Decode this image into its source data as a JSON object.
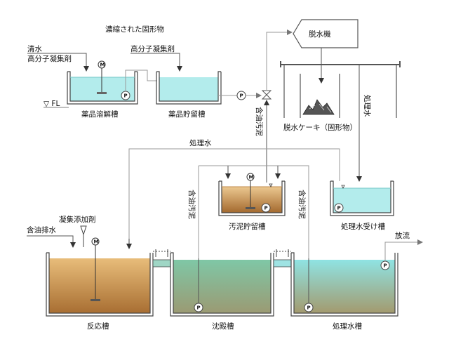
{
  "labels": {
    "concentrated_solids": "濃縮された固形物",
    "dewatering_machine": "脱水機",
    "clean_water": "清水",
    "polymer_flocculant_1": "高分子凝集剤",
    "polymer_flocculant_2": "高分子凝集剤",
    "floor_level": "▽ FL",
    "chemical_dissolution_tank": "薬品溶解槽",
    "chemical_storage_tank": "薬品貯留槽",
    "dewatered_cake": "脱水ケーキ（固形物）",
    "treated_water_vertical": "処理水",
    "oily_sludge_top": "含油汚泥",
    "treated_water_horizontal": "処理水",
    "oily_sludge_left": "含油汚泥",
    "oily_sludge_right": "含油汚泥",
    "sludge_storage_tank": "汚泥貯留槽",
    "treated_water_receiving_tank": "処理水受け槽",
    "coagulant_addition": "凝集添加剤",
    "oily_wastewater": "含油排水",
    "discharge": "放流",
    "reaction_tank": "反応槽",
    "sedimentation_tank": "沈殿槽",
    "treated_water_tank": "処理水槽",
    "pump_letter": "P",
    "motor_letter": "M"
  }
}
